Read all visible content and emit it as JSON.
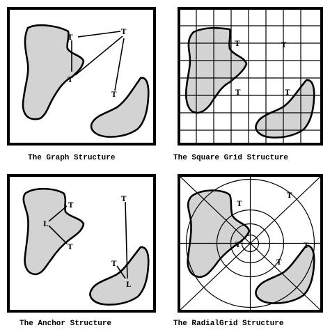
{
  "colors": {
    "region_fill": "#d3d3d3",
    "stroke": "#000000",
    "background": "#ffffff"
  },
  "panels": [
    {
      "caption": "The Graph Structure",
      "labels": [
        "T",
        "T",
        "T",
        "T"
      ]
    },
    {
      "caption": "The Square Grid Structure",
      "labels": [
        "T",
        "T",
        "T",
        "T"
      ]
    },
    {
      "caption": "The Anchor Structure",
      "labels": [
        "T",
        "L",
        "T",
        "T",
        "T",
        "L"
      ]
    },
    {
      "caption": "The RadialGrid Structure",
      "labels": [
        "T",
        "T",
        "T",
        "T",
        "T"
      ]
    }
  ]
}
